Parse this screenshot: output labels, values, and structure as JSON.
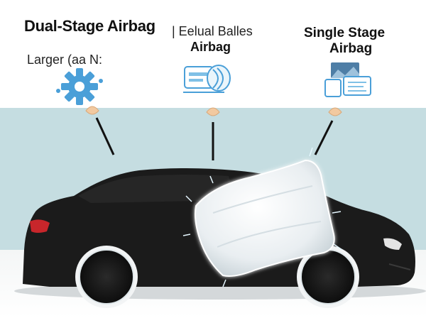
{
  "labels": {
    "main_title": "Dual-Stage Airbag",
    "left_subtitle": "Larger (aa N:",
    "middle_title_line1": "| Eelual Balles",
    "middle_title_line2": "Airbag",
    "right_title_line1": "Single Stage",
    "right_title_line2": "Airbag"
  },
  "icons": {
    "left": "gear-icon",
    "middle": "inflator-icon",
    "right": "module-icon",
    "pointer": "pointer-pin-icon"
  },
  "colors": {
    "background_band": "#c5dde1",
    "car_body": "#1b1b1b",
    "airbag": "#eef2f4",
    "icon_blue": "#4a9fd8",
    "pin": "#f2c9a0"
  }
}
